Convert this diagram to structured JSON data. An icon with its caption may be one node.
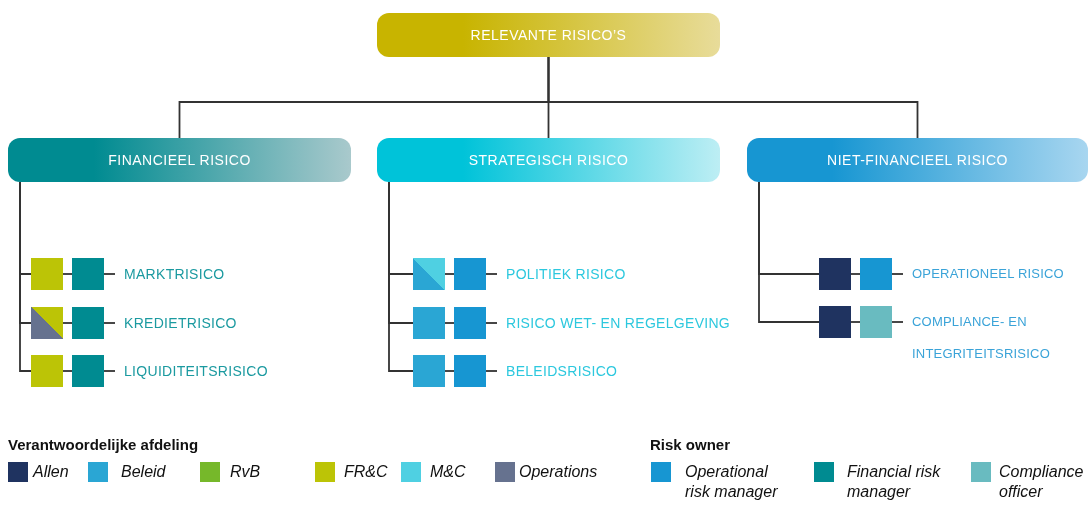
{
  "diagram": {
    "nodes": [
      {
        "text": [
          "RELEVANTE RISICO’S"
        ]
      },
      {
        "text": [
          "FINANCIEEL RISICO"
        ]
      },
      {
        "text": [
          "STRATEGISCH RISICO"
        ]
      },
      {
        "text": [
          "NIET-FINANCIEEL RISICO"
        ]
      },
      {
        "text": [],
        "shape": "box"
      },
      {
        "text": [],
        "shape": "box"
      },
      {
        "text": [
          "MARKTRISICO"
        ]
      },
      {
        "text": [],
        "shape": "box"
      },
      {
        "text": [],
        "shape": "box"
      },
      {
        "text": [
          "KREDIETRISICO"
        ]
      },
      {
        "text": [],
        "shape": "box"
      },
      {
        "text": [],
        "shape": "box"
      },
      {
        "text": [
          "LIQUIDITEITSRISICO"
        ]
      },
      {
        "text": [],
        "shape": "box"
      },
      {
        "text": [],
        "shape": "box"
      },
      {
        "text": [
          "POLITIEK RISICO"
        ]
      },
      {
        "text": [],
        "shape": "box"
      },
      {
        "text": [],
        "shape": "box"
      },
      {
        "text": [
          "RISICO WET- EN REGELGEVING"
        ]
      },
      {
        "text": [],
        "shape": "box"
      },
      {
        "text": [],
        "shape": "box"
      },
      {
        "text": [
          "BELEIDSRISICO"
        ]
      },
      {
        "text": [],
        "shape": "box"
      },
      {
        "text": [],
        "shape": "box"
      },
      {
        "text": [
          "OPERATIONEEL RISICO"
        ]
      },
      {
        "text": [],
        "shape": "box"
      },
      {
        "text": [],
        "shape": "box"
      },
      {
        "text": [
          "COMPLIANCE- EN INTEGRITEITSRISICO"
        ]
      }
    ],
    "edges": [
      {
        "from": 0,
        "to": 1,
        "arrow": "none"
      },
      {
        "from": 0,
        "to": 2,
        "arrow": "none"
      },
      {
        "from": 0,
        "to": 3,
        "arrow": "none"
      },
      {
        "from": 1,
        "to": 4,
        "arrow": "none"
      },
      {
        "from": 4,
        "to": 5,
        "arrow": "none"
      },
      {
        "from": 5,
        "to": 6,
        "arrow": "none"
      },
      {
        "from": 1,
        "to": 7,
        "arrow": "none"
      },
      {
        "from": 7,
        "to": 8,
        "arrow": "none"
      },
      {
        "from": 8,
        "to": 9,
        "arrow": "none"
      },
      {
        "from": 1,
        "to": 10,
        "arrow": "none"
      },
      {
        "from": 10,
        "to": 11,
        "arrow": "none"
      },
      {
        "from": 11,
        "to": 12,
        "arrow": "none"
      },
      {
        "from": 2,
        "to": 13,
        "arrow": "none"
      },
      {
        "from": 13,
        "to": 14,
        "arrow": "none"
      },
      {
        "from": 14,
        "to": 15,
        "arrow": "none"
      },
      {
        "from": 2,
        "to": 16,
        "arrow": "none"
      },
      {
        "from": 16,
        "to": 17,
        "arrow": "none"
      },
      {
        "from": 17,
        "to": 18,
        "arrow": "none"
      },
      {
        "from": 2,
        "to": 19,
        "arrow": "none"
      },
      {
        "from": 19,
        "to": 20,
        "arrow": "none"
      },
      {
        "from": 20,
        "to": 21,
        "arrow": "none"
      },
      {
        "from": 3,
        "to": 22,
        "arrow": "none"
      },
      {
        "from": 22,
        "to": 23,
        "arrow": "none"
      },
      {
        "from": 23,
        "to": 24,
        "arrow": "none"
      },
      {
        "from": 3,
        "to": 25,
        "arrow": "none"
      },
      {
        "from": 25,
        "to": 26,
        "arrow": "none"
      },
      {
        "from": 26,
        "to": 27,
        "arrow": "none"
      }
    ],
    "labels": [
      "Verantwoordelijke afdeling",
      "Risk owner"
    ],
    "legend": [
      {
        "text": "Allen",
        "color": "#1f3360"
      },
      {
        "text": "Beleid",
        "color": "#2aa6d4"
      },
      {
        "text": "RvB",
        "color": "#76b82a"
      },
      {
        "text": "FR&C",
        "color": "#bcc406"
      },
      {
        "text": "M&C",
        "color": "#4fd0e2"
      },
      {
        "text": "Operations",
        "color": "#66728f"
      },
      {
        "text": "Operational risk manager",
        "color": "#1796d2"
      },
      {
        "text": "Financial risk manager",
        "color": "#008b91"
      },
      {
        "text": "Compliance officer",
        "color": "#69bbc0"
      }
    ]
  }
}
